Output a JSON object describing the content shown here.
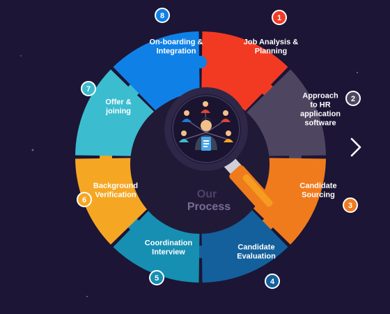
{
  "center": {
    "line1": "Our",
    "line2": "Process"
  },
  "steps": [
    {
      "number": "1",
      "label": [
        "Job Analysis &",
        "Planning"
      ],
      "color": "#f23a23"
    },
    {
      "number": "2",
      "label": [
        "Approach",
        "to HR",
        "application",
        "software"
      ],
      "color": "#4e4660"
    },
    {
      "number": "3",
      "label": [
        "Candidate",
        "Sourcing"
      ],
      "color": "#f07b1d"
    },
    {
      "number": "4",
      "label": [
        "Candidate",
        "Evaluation"
      ],
      "color": "#13609c"
    },
    {
      "number": "5",
      "label": [
        "Coordination",
        "Interview"
      ],
      "color": "#168fb2"
    },
    {
      "number": "6",
      "label": [
        "Background",
        "Verification"
      ],
      "color": "#f5a623"
    },
    {
      "number": "7",
      "label": [
        "Offer &",
        "joining"
      ],
      "color": "#3cbccf"
    },
    {
      "number": "8",
      "label": [
        "On-boarding &",
        "Integration"
      ],
      "color": "#0f80e6"
    }
  ],
  "colors": {
    "background": "#1c1535",
    "hub": "#201a37",
    "center_text_dim": "#4d4468",
    "center_text_strong": "#7a6d94"
  },
  "icons": [
    "magnifier-icon",
    "people-network-icon",
    "next-arrow-icon"
  ]
}
